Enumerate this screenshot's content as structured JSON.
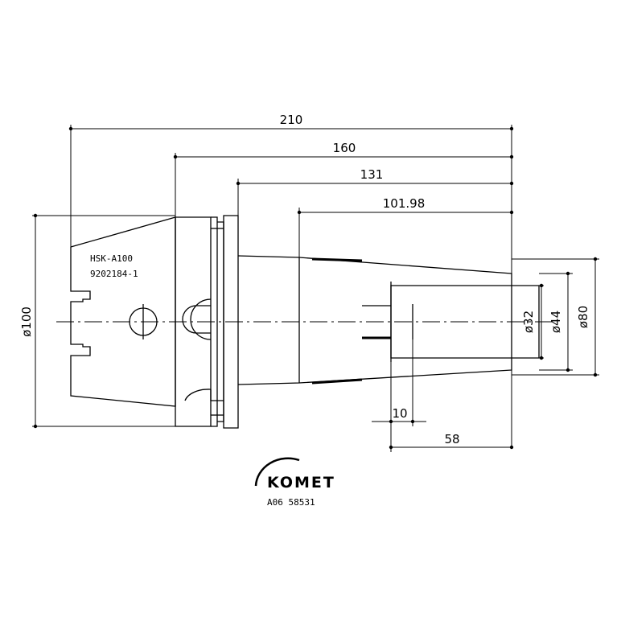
{
  "dimensions": {
    "overall_length": "210",
    "body_length": "160",
    "shank_length": "131",
    "bore_depth": "101.98",
    "offset": "10",
    "clamp_length": "58",
    "flange_diameter": "ø100",
    "bore_diameter": "ø32",
    "sleeve_diameter": "ø44",
    "nose_diameter": "ø80"
  },
  "labels": {
    "interface": "HSK-A100",
    "part_number": "9202184-1",
    "article_number": "A06 58531"
  },
  "logo": {
    "text": "KOMET"
  },
  "colors": {
    "ink": "#000000",
    "paper": "#ffffff"
  }
}
